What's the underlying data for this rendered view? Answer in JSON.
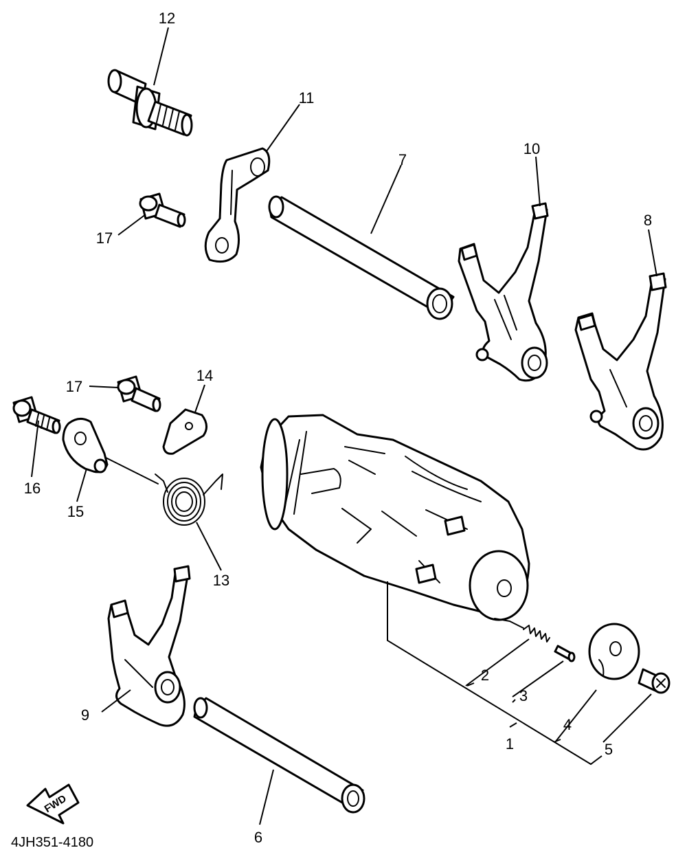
{
  "diagram": {
    "callouts": [
      {
        "id": "1",
        "label": "1"
      },
      {
        "id": "2",
        "label": "2"
      },
      {
        "id": "3",
        "label": "3"
      },
      {
        "id": "4",
        "label": "4"
      },
      {
        "id": "5",
        "label": "5"
      },
      {
        "id": "6",
        "label": "6"
      },
      {
        "id": "7",
        "label": "7"
      },
      {
        "id": "8",
        "label": "8"
      },
      {
        "id": "9",
        "label": "9"
      },
      {
        "id": "10",
        "label": "10"
      },
      {
        "id": "11",
        "label": "11"
      },
      {
        "id": "12",
        "label": "12"
      },
      {
        "id": "13",
        "label": "13"
      },
      {
        "id": "14",
        "label": "14"
      },
      {
        "id": "15",
        "label": "15"
      },
      {
        "id": "16",
        "label": "16"
      },
      {
        "id": "17a",
        "label": "17"
      },
      {
        "id": "17b",
        "label": "17"
      }
    ],
    "fwd_label": "FWD",
    "figure_code": "4JH351-4180"
  }
}
